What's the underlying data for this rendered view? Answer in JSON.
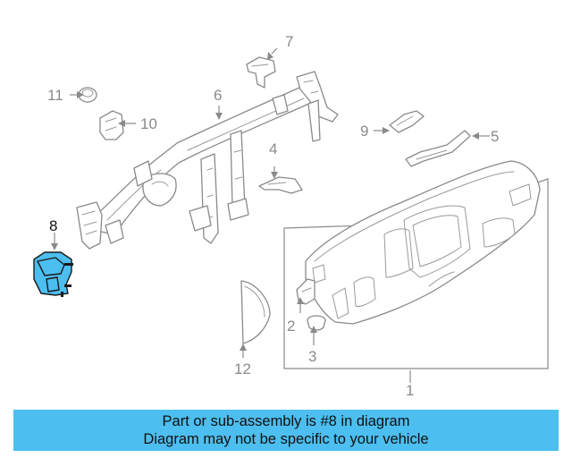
{
  "callouts": {
    "c1": "1",
    "c2": "2",
    "c3": "3",
    "c4": "4",
    "c5": "5",
    "c6": "6",
    "c7": "7",
    "c8": "8",
    "c9": "9",
    "c10": "10",
    "c11": "11",
    "c12": "12"
  },
  "highlight_color": "#4cbef0",
  "banner": {
    "line1": "Part or sub-assembly is #8 in diagram",
    "line2": "Diagram may not be specific to your vehicle"
  }
}
